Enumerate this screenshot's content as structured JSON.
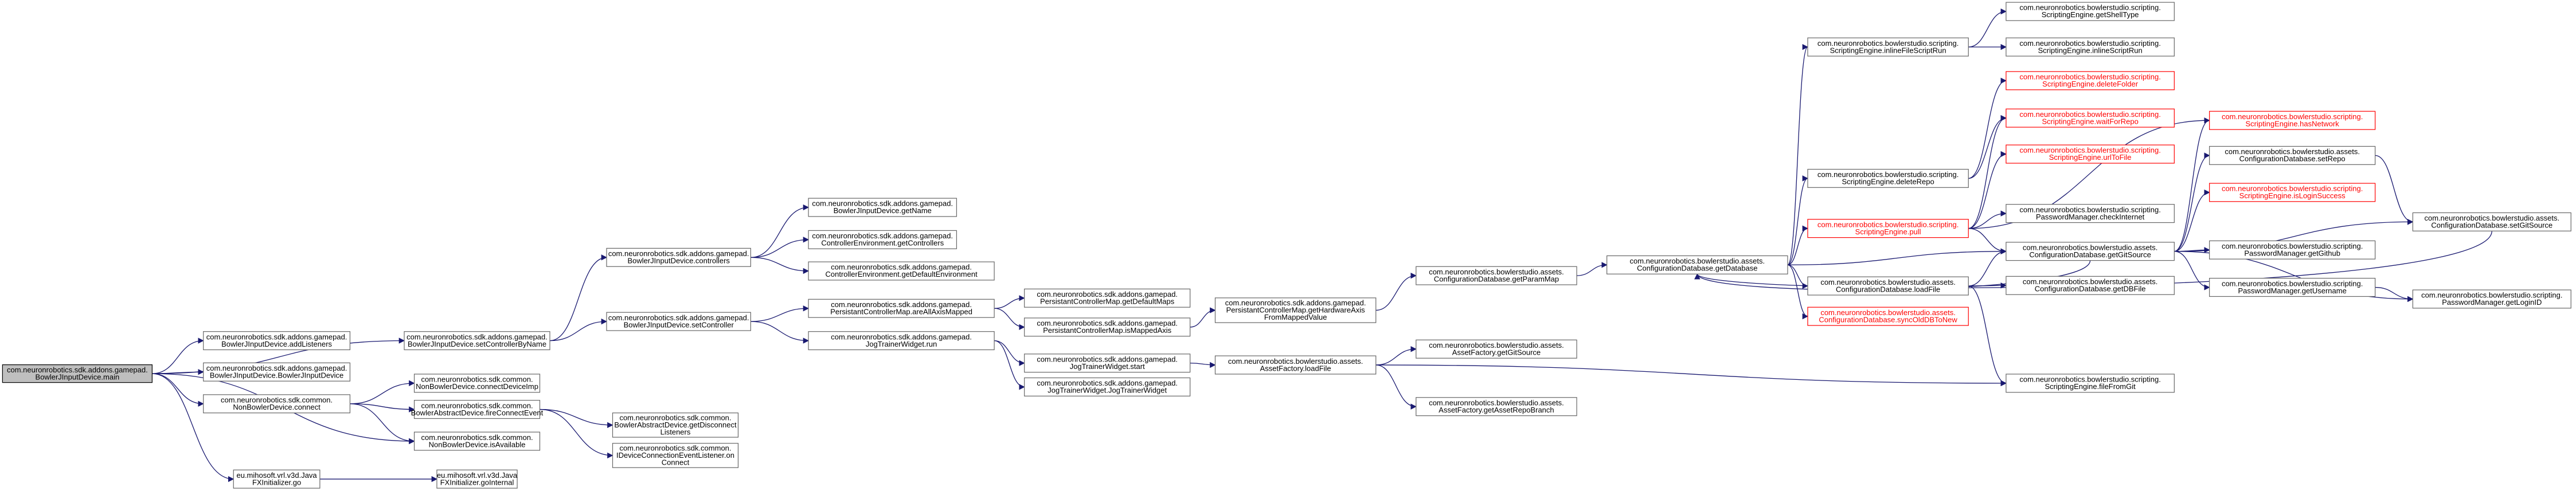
{
  "graph": {
    "colors": {
      "edge": "#191970",
      "node_border": "#666666",
      "root_fill": "#bfbfbf",
      "highlight_border": "#ff0000",
      "highlight_text": "#ff0000"
    },
    "nodes": [
      {
        "id": "main",
        "lines": [
          "com.neuronrobotics.sdk.addons.gamepad.",
          "BowlerJInputDevice.main"
        ],
        "root": true
      },
      {
        "id": "addListeners",
        "lines": [
          "com.neuronrobotics.sdk.addons.gamepad.",
          "BowlerJInputDevice.addListeners"
        ]
      },
      {
        "id": "bjidCtor",
        "lines": [
          "com.neuronrobotics.sdk.addons.gamepad.",
          "BowlerJInputDevice.BowlerJInputDevice"
        ]
      },
      {
        "id": "setControllerByName",
        "lines": [
          "com.neuronrobotics.sdk.addons.gamepad.",
          "BowlerJInputDevice.setControllerByName"
        ]
      },
      {
        "id": "nbdConnect",
        "lines": [
          "com.neuronrobotics.sdk.common.",
          "NonBowlerDevice.connect"
        ]
      },
      {
        "id": "fxGo",
        "lines": [
          "eu.mihosoft.vrl.v3d.Java",
          "FXInitializer.go"
        ]
      },
      {
        "id": "controllers",
        "lines": [
          "com.neuronrobotics.sdk.addons.gamepad.",
          "BowlerJInputDevice.controllers"
        ]
      },
      {
        "id": "setController",
        "lines": [
          "com.neuronrobotics.sdk.addons.gamepad.",
          "BowlerJInputDevice.setController"
        ]
      },
      {
        "id": "connectDeviceImp",
        "lines": [
          "com.neuronrobotics.sdk.common.",
          "NonBowlerDevice.connectDeviceImp"
        ]
      },
      {
        "id": "fireConnectEvent",
        "lines": [
          "com.neuronrobotics.sdk.common.",
          "BowlerAbstractDevice.fireConnectEvent"
        ]
      },
      {
        "id": "isAvailable",
        "lines": [
          "com.neuronrobotics.sdk.common.",
          "NonBowlerDevice.isAvailable"
        ]
      },
      {
        "id": "goInternal",
        "lines": [
          "eu.mihosoft.vrl.v3d.Java",
          "FXInitializer.goInternal"
        ]
      },
      {
        "id": "getName",
        "lines": [
          "com.neuronrobotics.sdk.addons.gamepad.",
          "BowlerJInputDevice.getName"
        ]
      },
      {
        "id": "getControllers",
        "lines": [
          "com.neuronrobotics.sdk.addons.gamepad.",
          "ControllerEnvironment.getControllers"
        ]
      },
      {
        "id": "getDefaultEnv",
        "lines": [
          "com.neuronrobotics.sdk.addons.gamepad.",
          "ControllerEnvironment.getDefaultEnvironment"
        ]
      },
      {
        "id": "pcmAxisMapped",
        "lines": [
          "com.neuronrobotics.sdk.addons.gamepad.",
          "PersistantControllerMap.areAllAxisMapped"
        ]
      },
      {
        "id": "jtwRun",
        "lines": [
          "com.neuronrobotics.sdk.addons.gamepad.",
          "JogTrainerWidget.run"
        ]
      },
      {
        "id": "getDisconnectListeners",
        "lines": [
          "com.neuronrobotics.sdk.common.",
          "BowlerAbstractDevice.getDisconnect",
          "Listeners"
        ]
      },
      {
        "id": "onConnect",
        "lines": [
          "com.neuronrobotics.sdk.common.",
          "IDeviceConnectionEventListener.on",
          "Connect"
        ]
      },
      {
        "id": "getDefaultMaps",
        "lines": [
          "com.neuronrobotics.sdk.addons.gamepad.",
          "PersistantControllerMap.getDefaultMaps"
        ]
      },
      {
        "id": "isMappedAxis",
        "lines": [
          "com.neuronrobotics.sdk.addons.gamepad.",
          "PersistantControllerMap.isMappedAxis"
        ]
      },
      {
        "id": "jtwStart",
        "lines": [
          "com.neuronrobotics.sdk.addons.gamepad.",
          "JogTrainerWidget.start"
        ]
      },
      {
        "id": "jtwCtor",
        "lines": [
          "com.neuronrobotics.sdk.addons.gamepad.",
          "JogTrainerWidget.JogTrainerWidget"
        ]
      },
      {
        "id": "getHardwareAxis",
        "lines": [
          "com.neuronrobotics.sdk.addons.gamepad.",
          "PersistantControllerMap.getHardwareAxis",
          "FromMappedValue"
        ]
      },
      {
        "id": "loadFile",
        "lines": [
          "com.neuronrobotics.bowlerstudio.assets.",
          "AssetFactory.loadFile"
        ]
      },
      {
        "id": "getParamMap",
        "lines": [
          "com.neuronrobotics.bowlerstudio.assets.",
          "ConfigurationDatabase.getParamMap"
        ]
      },
      {
        "id": "getGitSourceAF",
        "lines": [
          "com.neuronrobotics.bowlerstudio.assets.",
          "AssetFactory.getGitSource"
        ]
      },
      {
        "id": "getAssetRepoBranch",
        "lines": [
          "com.neuronrobotics.bowlerstudio.assets.",
          "AssetFactory.getAssetRepoBranch"
        ]
      },
      {
        "id": "getDatabase",
        "lines": [
          "com.neuronrobotics.bowlerstudio.assets.",
          "ConfigurationDatabase.getDatabase"
        ]
      },
      {
        "id": "inlineFileScriptRun",
        "lines": [
          "com.neuronrobotics.bowlerstudio.scripting.",
          "ScriptingEngine.inlineFileScriptRun"
        ]
      },
      {
        "id": "deleteRepo",
        "lines": [
          "com.neuronrobotics.bowlerstudio.scripting.",
          "ScriptingEngine.deleteRepo"
        ]
      },
      {
        "id": "pull",
        "lines": [
          "com.neuronrobotics.bowlerstudio.scripting.",
          "ScriptingEngine.pull"
        ],
        "highlight": true
      },
      {
        "id": "cdbLoadFile",
        "lines": [
          "com.neuronrobotics.bowlerstudio.assets.",
          "ConfigurationDatabase.loadFile"
        ]
      },
      {
        "id": "syncOldDBToNew",
        "lines": [
          "com.neuronrobotics.bowlerstudio.assets.",
          "ConfigurationDatabase.syncOldDBToNew"
        ],
        "highlight": true
      },
      {
        "id": "getShellType",
        "lines": [
          "com.neuronrobotics.bowlerstudio.scripting.",
          "ScriptingEngine.getShellType"
        ]
      },
      {
        "id": "inlineScriptRun",
        "lines": [
          "com.neuronrobotics.bowlerstudio.scripting.",
          "ScriptingEngine.inlineScriptRun"
        ]
      },
      {
        "id": "deleteFolder",
        "lines": [
          "com.neuronrobotics.bowlerstudio.scripting.",
          "ScriptingEngine.deleteFolder"
        ],
        "highlight": true
      },
      {
        "id": "waitForRepo",
        "lines": [
          "com.neuronrobotics.bowlerstudio.scripting.",
          "ScriptingEngine.waitForRepo"
        ],
        "highlight": true
      },
      {
        "id": "urlToFile",
        "lines": [
          "com.neuronrobotics.bowlerstudio.scripting.",
          "ScriptingEngine.urlToFile"
        ],
        "highlight": true
      },
      {
        "id": "checkInternet",
        "lines": [
          "com.neuronrobotics.bowlerstudio.scripting.",
          "PasswordManager.checkInternet"
        ]
      },
      {
        "id": "getGitSourceCDB",
        "lines": [
          "com.neuronrobotics.bowlerstudio.assets.",
          "ConfigurationDatabase.getGitSource"
        ]
      },
      {
        "id": "getDBFile",
        "lines": [
          "com.neuronrobotics.bowlerstudio.assets.",
          "ConfigurationDatabase.getDBFile"
        ]
      },
      {
        "id": "fileFromGit",
        "lines": [
          "com.neuronrobotics.bowlerstudio.scripting.",
          "ScriptingEngine.fileFromGit"
        ]
      },
      {
        "id": "hasNetwork",
        "lines": [
          "com.neuronrobotics.bowlerstudio.scripting.",
          "ScriptingEngine.hasNetwork"
        ],
        "highlight": true
      },
      {
        "id": "setRepo",
        "lines": [
          "com.neuronrobotics.bowlerstudio.assets.",
          "ConfigurationDatabase.setRepo"
        ]
      },
      {
        "id": "isLoginSuccess",
        "lines": [
          "com.neuronrobotics.bowlerstudio.scripting.",
          "ScriptingEngine.isLoginSuccess"
        ],
        "highlight": true
      },
      {
        "id": "getGithub",
        "lines": [
          "com.neuronrobotics.bowlerstudio.scripting.",
          "PasswordManager.getGithub"
        ]
      },
      {
        "id": "getUsername",
        "lines": [
          "com.neuronrobotics.bowlerstudio.scripting.",
          "PasswordManager.getUsername"
        ]
      },
      {
        "id": "setGitSource",
        "lines": [
          "com.neuronrobotics.bowlerstudio.assets.",
          "ConfigurationDatabase.setGitSource"
        ]
      },
      {
        "id": "getLoginID",
        "lines": [
          "com.neuronrobotics.bowlerstudio.scripting.",
          "PasswordManager.getLoginID"
        ]
      }
    ],
    "edges": [
      [
        "main",
        "addListeners"
      ],
      [
        "main",
        "bjidCtor"
      ],
      [
        "main",
        "setControllerByName"
      ],
      [
        "main",
        "nbdConnect"
      ],
      [
        "main",
        "isAvailable"
      ],
      [
        "main",
        "fxGo"
      ],
      [
        "setControllerByName",
        "controllers"
      ],
      [
        "setControllerByName",
        "setController"
      ],
      [
        "controllers",
        "getName"
      ],
      [
        "controllers",
        "getControllers"
      ],
      [
        "controllers",
        "getDefaultEnv"
      ],
      [
        "setController",
        "pcmAxisMapped"
      ],
      [
        "setController",
        "jtwRun"
      ],
      [
        "pcmAxisMapped",
        "getDefaultMaps"
      ],
      [
        "pcmAxisMapped",
        "isMappedAxis"
      ],
      [
        "jtwRun",
        "jtwStart"
      ],
      [
        "jtwRun",
        "jtwCtor"
      ],
      [
        "isMappedAxis",
        "getHardwareAxis"
      ],
      [
        "getHardwareAxis",
        "getParamMap"
      ],
      [
        "getParamMap",
        "getDatabase"
      ],
      [
        "jtwStart",
        "loadFile"
      ],
      [
        "loadFile",
        "getGitSourceAF"
      ],
      [
        "loadFile",
        "getAssetRepoBranch"
      ],
      [
        "loadFile",
        "fileFromGit"
      ],
      [
        "nbdConnect",
        "connectDeviceImp"
      ],
      [
        "nbdConnect",
        "fireConnectEvent"
      ],
      [
        "nbdConnect",
        "isAvailable"
      ],
      [
        "fireConnectEvent",
        "getDisconnectListeners"
      ],
      [
        "fireConnectEvent",
        "onConnect"
      ],
      [
        "fxGo",
        "goInternal"
      ],
      [
        "getDatabase",
        "inlineFileScriptRun"
      ],
      [
        "getDatabase",
        "deleteRepo"
      ],
      [
        "getDatabase",
        "pull"
      ],
      [
        "getDatabase",
        "getGitSourceCDB"
      ],
      [
        "getDatabase",
        "cdbLoadFile"
      ],
      [
        "getDatabase",
        "syncOldDBToNew"
      ],
      [
        "inlineFileScriptRun",
        "getShellType"
      ],
      [
        "inlineFileScriptRun",
        "inlineScriptRun"
      ],
      [
        "deleteRepo",
        "deleteFolder"
      ],
      [
        "deleteRepo",
        "waitForRepo"
      ],
      [
        "pull",
        "waitForRepo"
      ],
      [
        "pull",
        "urlToFile"
      ],
      [
        "pull",
        "checkInternet"
      ],
      [
        "pull",
        "getGitSourceCDB"
      ],
      [
        "pull",
        "hasNetwork"
      ],
      [
        "cdbLoadFile",
        "getDBFile"
      ],
      [
        "cdbLoadFile",
        "fileFromGit"
      ],
      [
        "cdbLoadFile",
        "getGitSourceCDB"
      ],
      [
        "getGitSourceCDB",
        "hasNetwork"
      ],
      [
        "getGitSourceCDB",
        "setRepo"
      ],
      [
        "getGitSourceCDB",
        "isLoginSuccess"
      ],
      [
        "getGitSourceCDB",
        "getGithub"
      ],
      [
        "getGitSourceCDB",
        "getUsername"
      ],
      [
        "getGitSourceCDB",
        "setGitSource"
      ],
      [
        "getGitSourceCDB",
        "getLoginID"
      ],
      [
        "getGitSourceCDB",
        "getDatabase"
      ],
      [
        "setRepo",
        "setGitSource"
      ],
      [
        "setGitSource",
        "getDatabase"
      ],
      [
        "getUsername",
        "getLoginID"
      ]
    ]
  }
}
